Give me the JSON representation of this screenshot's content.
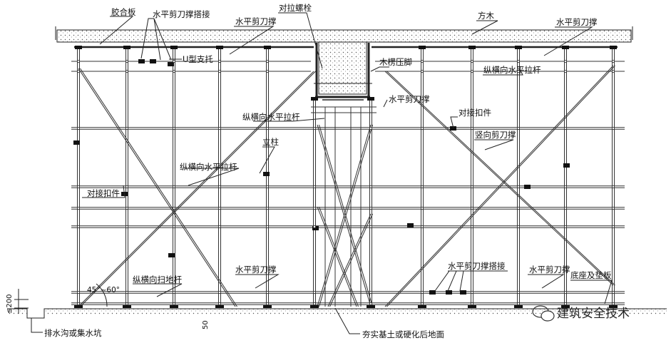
{
  "labels": {
    "plywood": "胶合板",
    "horizontal_brace_lap_top": "水平剪刀撑搭接",
    "horizontal_brace_top1": "水平剪刀撑",
    "tie_bolt": "对拉螺栓",
    "square_timber": "方木",
    "horizontal_brace_top2": "水平剪刀撑",
    "u_support": "U型支托",
    "timber_foot": "木楞压脚",
    "tie_rod_right": "纵横向水平拉杆",
    "horizontal_brace_mid": "水平剪刀撑",
    "tie_rod_center": "纵横向水平拉杆",
    "butt_fastener_right": "对接扣件",
    "vertical_brace": "竖向剪刀撑",
    "upright": "立柱",
    "tie_rod_left": "纵横向水平拉杆",
    "butt_fastener_left": "对接扣件",
    "sweep_rod": "纵横向扫地杆",
    "angle_range": "45°~60°",
    "horizontal_brace_bottom1": "水平剪刀撑",
    "horizontal_brace_lap_bottom": "水平剪刀撑搭接",
    "horizontal_brace_bottom2": "水平剪刀撑",
    "base_pad": "底座及垫板",
    "drain": "排水沟或集水坑",
    "ground": "夯实基土或硬化后地面",
    "dim_200": "≤200",
    "dim_50": "50"
  },
  "watermark": "建筑安全技术"
}
